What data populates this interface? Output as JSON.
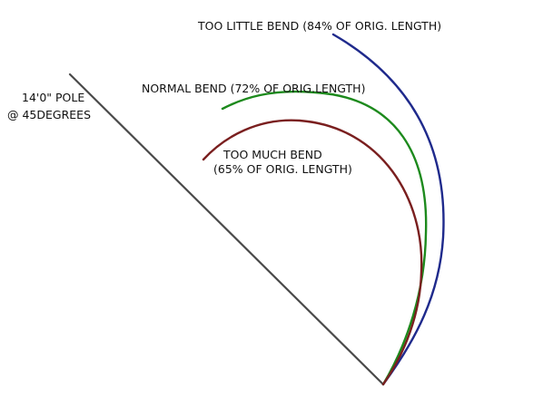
{
  "labels": {
    "pole_line1": "14'0\" POLE",
    "pole_line2": "@ 45DEGREES",
    "too_little": "TOO LITTLE BEND (84% OF ORIG. LENGTH)",
    "normal": "NORMAL BEND (72% OF ORIG.LENGTH)",
    "too_much_line1": "TOO MUCH BEND",
    "too_much_line2": "(65% OF ORIG. LENGTH)"
  },
  "colors": {
    "pole": "#4a4a4a",
    "too_little": "#1f2a8c",
    "normal": "#1d8a1d",
    "too_much": "#7a1f1f",
    "text": "#111111"
  }
}
